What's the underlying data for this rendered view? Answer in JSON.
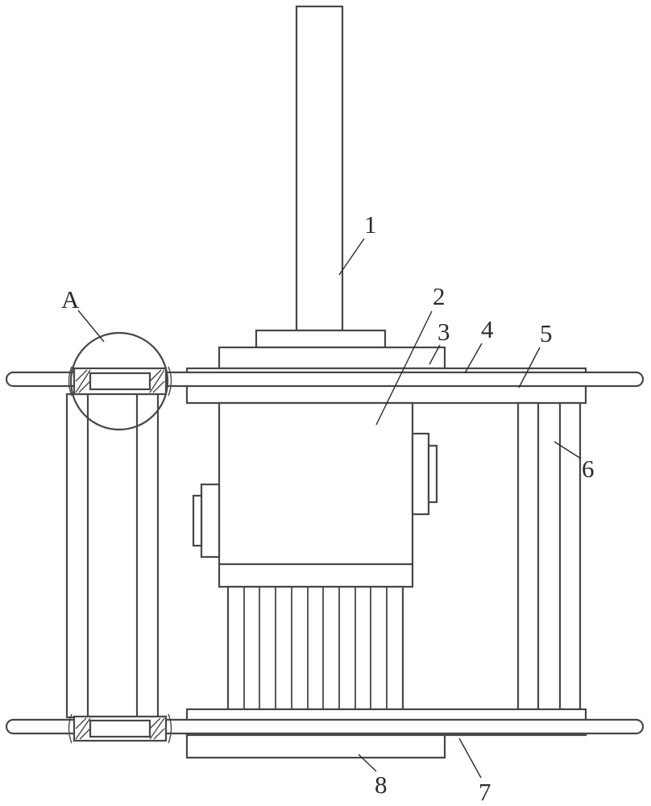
{
  "drawing": {
    "title": "patent-style-machine-assembly-figure",
    "colors": {
      "bg": "#ffffff",
      "stroke": "#474747",
      "label": "#2b2b2b"
    },
    "labels": {
      "detail_marker": "A",
      "ref_1": "1",
      "ref_2": "2",
      "ref_3": "3",
      "ref_4": "4",
      "ref_5": "5",
      "ref_6": "6",
      "ref_7": "7",
      "ref_8": "8"
    }
  }
}
